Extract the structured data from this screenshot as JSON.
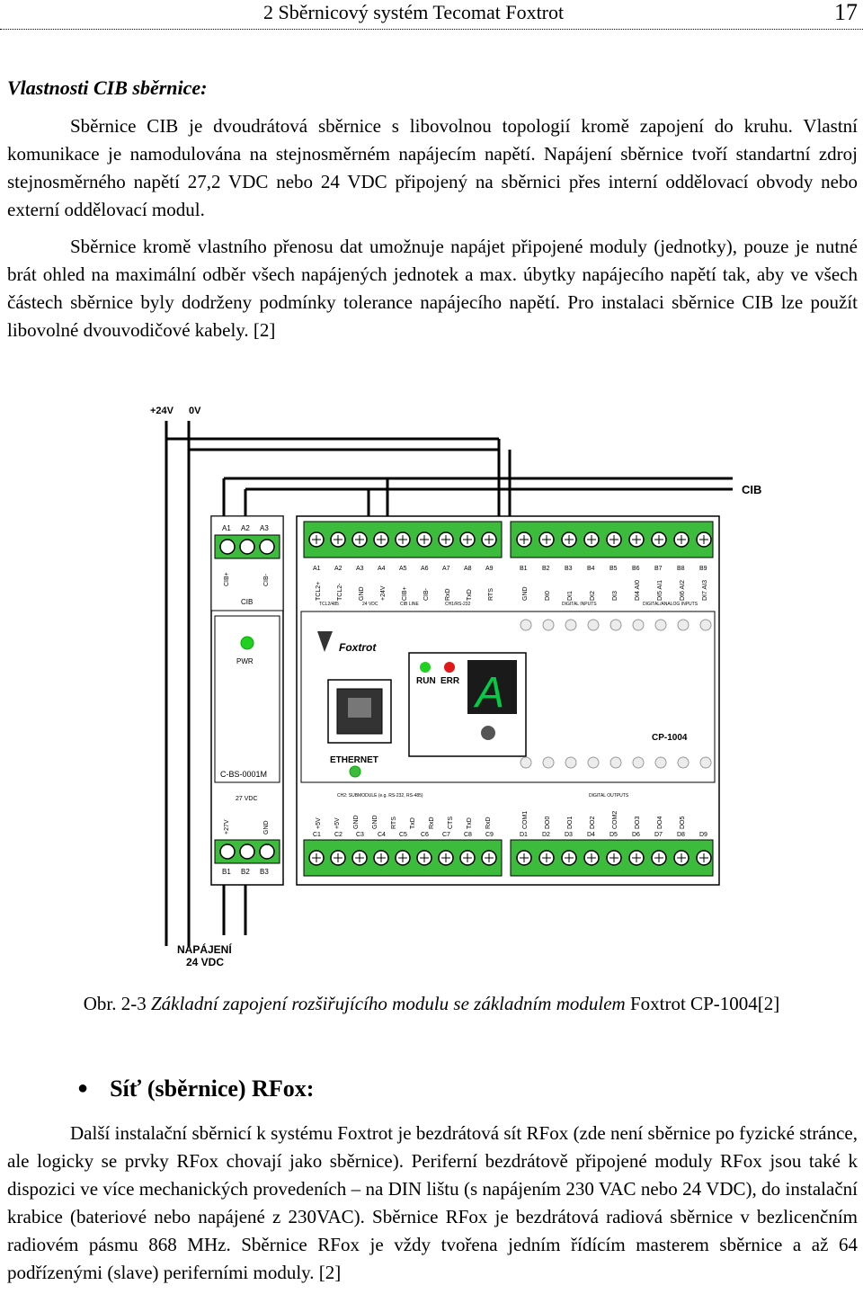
{
  "header": {
    "title": "2 Sběrnicový systém Tecomat Foxtrot",
    "page": "17"
  },
  "section": {
    "title": "Vlastnosti CIB sběrnice:",
    "p1": "Sběrnice CIB je dvoudrátová sběrnice s libovolnou topologií kromě zapojení do kruhu. Vlastní komunikace je namodulována na stejnosměrném napájecím napětí. Napájení sběrnice tvoří standartní zdroj stejnosměrného napětí 27,2 VDC nebo 24 VDC připojený na sběrnici přes interní oddělovací obvody nebo externí oddělovací modul.",
    "p2": "Sběrnice kromě vlastního přenosu dat umožnuje napájet připojené moduly (jednotky), pouze je nutné brát ohled na maximální odběr všech napájených jednotek a max. úbytky napájecího napětí tak, aby ve všech částech sběrnice byly dodrženy podmínky tolerance napájecího napětí. Pro instalaci sběrnice CIB lze použít libovolné dvouvodičové kabely. [2]"
  },
  "figure": {
    "power_label_1": "+24V",
    "power_label_2": "0V",
    "cib_label": "CIB",
    "left_module": {
      "top_terminals": [
        "A1",
        "A2",
        "A3"
      ],
      "pins_top": [
        "CIB+",
        "CIB-"
      ],
      "pins_top_label": "CIB",
      "pwr": "PWR",
      "model": "C-BS-0001M",
      "supply_label": "27 VDC",
      "pins_bottom": [
        "+27V",
        "GND"
      ],
      "bottom_terminals": [
        "B1",
        "B2",
        "B3"
      ]
    },
    "main_module": {
      "a_terminals": [
        "A1",
        "A2",
        "A3",
        "A4",
        "A5",
        "A6",
        "A7",
        "A8",
        "A9"
      ],
      "a_pins": [
        "TCL2+",
        "TCL2-",
        "GND",
        "+24V",
        "CIB+",
        "CIB-",
        "RxD",
        "TxD",
        "RTS"
      ],
      "a_groups": [
        "TCL2/485",
        "24 VDC",
        "CIB LINE",
        "CH1/RS-232"
      ],
      "b_terminals": [
        "B1",
        "B2",
        "B3",
        "B4",
        "B5",
        "B6",
        "B7",
        "B8",
        "B9"
      ],
      "b_pins": [
        "GND",
        "DI0",
        "DI1",
        "DI2",
        "DI3",
        "DI4 AI0",
        "DI5 AI1",
        "DI6 AI2",
        "DI7 AI3"
      ],
      "b_groups": [
        "DIGITAL INPUTS",
        "DIGITAL/ANALOG INPUTS"
      ],
      "brand": "Foxtrot",
      "run": "RUN",
      "err": "ERR",
      "display": "A",
      "ethernet": "ETHERNET",
      "model": "CP-1004",
      "c_group": "CH2: SUBMODULE (e.g. RS-232, RS-485)",
      "c_pins": [
        "+5V",
        "+5V",
        "GND",
        "GND",
        "RTS",
        "TxD",
        "RxD",
        "CTS",
        "TxD",
        "RxD"
      ],
      "c_terminals": [
        "C1",
        "C2",
        "C3",
        "C4",
        "C5",
        "C6",
        "C7",
        "C8",
        "C9"
      ],
      "d_group": "DIGITAL OUTPUTS",
      "d_pins": [
        "COM1",
        "DO0",
        "DO1",
        "DO2",
        "COM2",
        "DO3",
        "DO4",
        "DO5"
      ],
      "d_terminals": [
        "D1",
        "D2",
        "D3",
        "D4",
        "D5",
        "D6",
        "D7",
        "D8",
        "D9"
      ]
    },
    "supply_label_1": "NAPÁJENÍ",
    "supply_label_2": "24 VDC"
  },
  "caption": {
    "prefix": "Obr. 2-3 ",
    "italic": "Základní zapojení rozšiřujícího modulu se základním modulem",
    "suffix": " Foxtrot CP-1004[2]"
  },
  "bullet": {
    "title": "Síť (sběrnice) RFox:",
    "p": "Další instalační sběrnicí k systému Foxtrot je bezdrátová sít RFox (zde není sběrnice po fyzické stránce, ale logicky se prvky RFox chovají jako sběrnice). Periferní bezdrátově připojené moduly RFox jsou také k dispozici ve více mechanických provedeních – na DIN lištu (s napájením 230 VAC nebo 24 VDC), do instalační krabice (bateriové nebo napájené z 230VAC). Sběrnice RFox je bezdrátová radiová sběrnice v bezlicenčním radiovém pásmu 868 MHz. Sběrnice RFox je vždy tvořena jedním řídícím masterem sběrnice a až 64 podřízenými (slave) periferními moduly. [2]"
  },
  "colors": {
    "terminal_green": "#3dbb3d",
    "led_green": "#22d022",
    "led_red": "#e01818",
    "display_green": "#00cc44"
  }
}
